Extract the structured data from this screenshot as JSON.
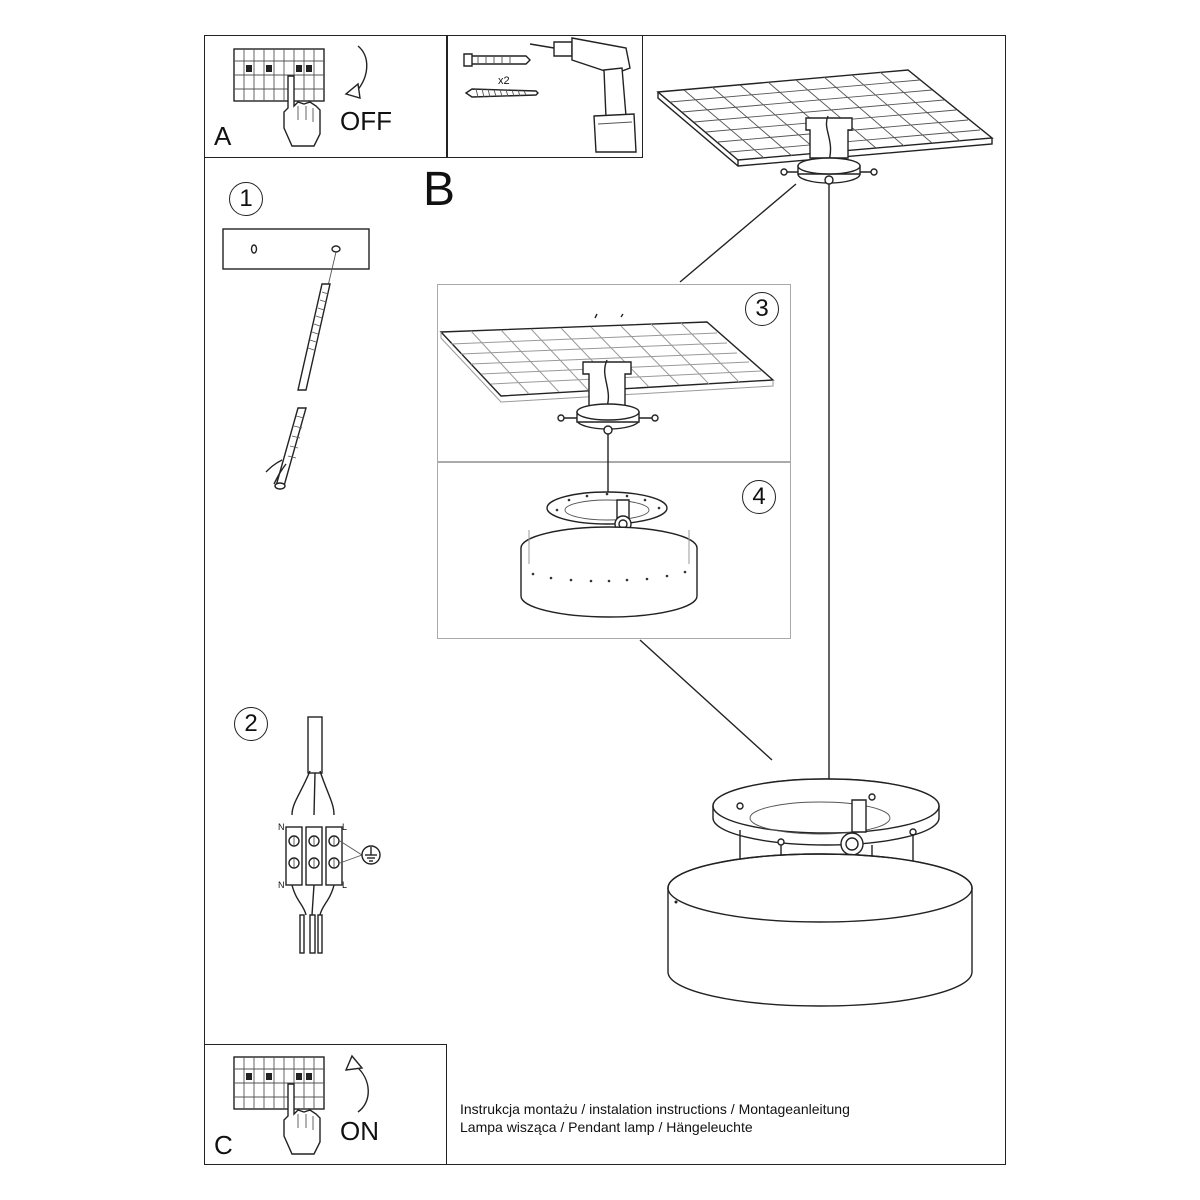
{
  "steps": {
    "a": {
      "label": "A",
      "text": "OFF"
    },
    "c": {
      "label": "C",
      "text": "ON"
    },
    "b": {
      "label": "B"
    },
    "s1": "1",
    "s2": "2",
    "s3": "3",
    "s4": "4"
  },
  "tools": {
    "quantity": "x2"
  },
  "wiring": {
    "n_top": "N",
    "l_top": "L",
    "n_bottom": "N",
    "l_bottom": "L"
  },
  "footer": {
    "line1": "Instrukcja montażu / instalation instructions / Montageanleitung",
    "line2": "Lampa wisząca / Pendant lamp / Hängeleuchte"
  },
  "icons": [
    "fuse-box-icon",
    "hand-icon",
    "curved-arrow-icon",
    "drill-icon",
    "wall-plug-icon",
    "screw-icon",
    "ground-symbol-icon"
  ]
}
